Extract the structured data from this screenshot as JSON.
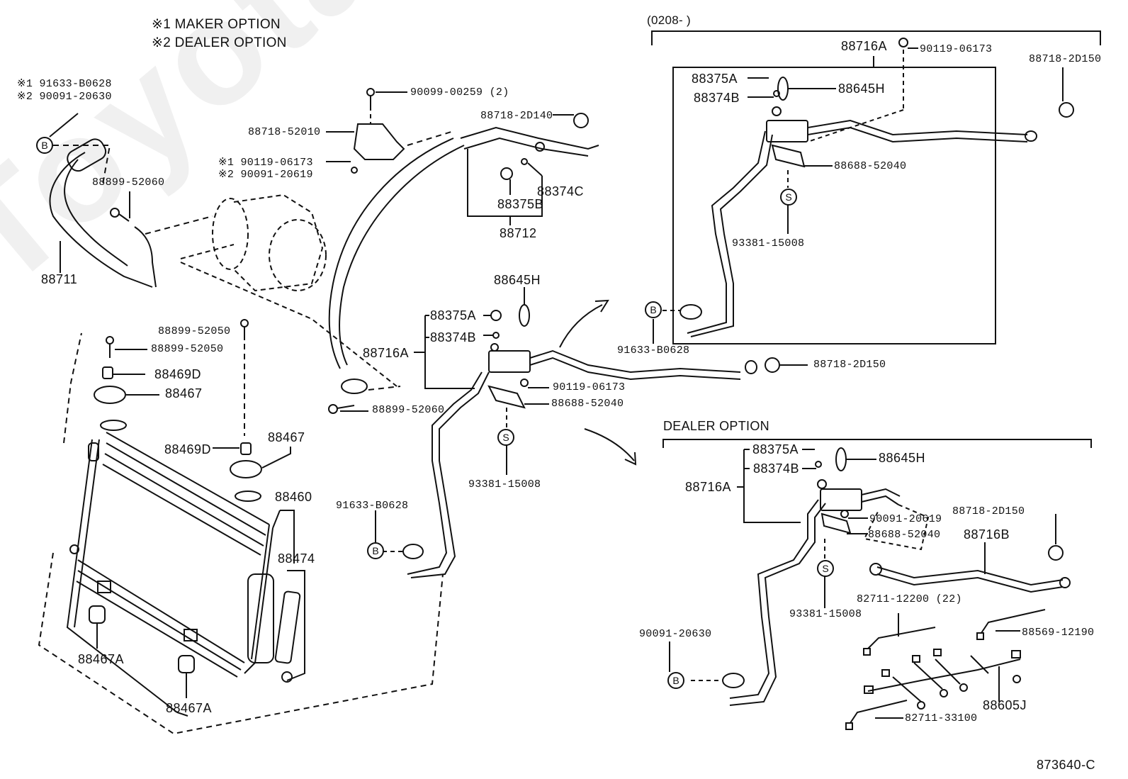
{
  "notes": {
    "n1": "※1 MAKER OPTION",
    "n2": "※2 DEALER OPTION"
  },
  "watermark": "ToyotaCarMine.ru",
  "sections": {
    "top_right_title": "(0208-      )",
    "dealer_option_title": "DEALER OPTION"
  },
  "circle_markers": {
    "b": "B",
    "s": "S"
  },
  "labels": {
    "l_91633_b0628_maker": "※1  91633-B0628",
    "l_90091_20630_dealer": "※2  90091-20630",
    "l_88899_52060_a": "88899-52060",
    "l_88711": "88711",
    "l_90099_00259": "90099-00259 (2)",
    "l_88718_52010": "88718-52010",
    "l_90119_06173_maker": "※1  90119-06173",
    "l_90091_20619_dealer": "※2  90091-20619",
    "l_88718_2d140": "88718-2D140",
    "l_88374c": "88374C",
    "l_88375b": "88375B",
    "l_88712": "88712",
    "l_88899_52050_a": "88899-52050",
    "l_88899_52050_b": "88899-52050",
    "l_88469d_a": "88469D",
    "l_88467_a": "88467",
    "l_88469d_b": "88469D",
    "l_88467_b": "88467",
    "l_88460": "88460",
    "l_88474": "88474",
    "l_88467a_a": "88467A",
    "l_88467a_b": "88467A",
    "l_88645h_mid": "88645H",
    "l_88375a_mid": "88375A",
    "l_88374b_mid": "88374B",
    "l_88716a_mid": "88716A",
    "l_90119_06173_mid": "90119-06173",
    "l_88688_52040_mid": "88688-52040",
    "l_93381_15008_mid": "93381-15008",
    "l_88899_52060_b": "88899-52060",
    "l_91633_b0628_mid": "91633-B0628",
    "l_88718_2d150_mid": "88718-2D150",
    "l_88716a_tr": "88716A",
    "l_90119_06173_tr": "90119-06173",
    "l_88718_2d150_tr": "88718-2D150",
    "l_88375a_tr": "88375A",
    "l_88645h_tr": "88645H",
    "l_88374b_tr": "88374B",
    "l_88688_52040_tr": "88688-52040",
    "l_93381_15008_tr": "93381-15008",
    "l_91633_b0628_tr": "91633-B0628",
    "l_88375a_do": "88375A",
    "l_88645h_do": "88645H",
    "l_88374b_do": "88374B",
    "l_88716a_do": "88716A",
    "l_90091_20619_do": "90091-20619",
    "l_88688_52040_do": "88688-52040",
    "l_88718_2d150_do": "88718-2D150",
    "l_88716b_do": "88716B",
    "l_93381_15008_do": "93381-15008",
    "l_82711_12200_do": "82711-12200 (22)",
    "l_88569_12190_do": "88569-12190",
    "l_90091_20630_do": "90091-20630",
    "l_88605j_do": "88605J",
    "l_82711_33100_do": "82711-33100"
  },
  "figure_id": "873640-C"
}
